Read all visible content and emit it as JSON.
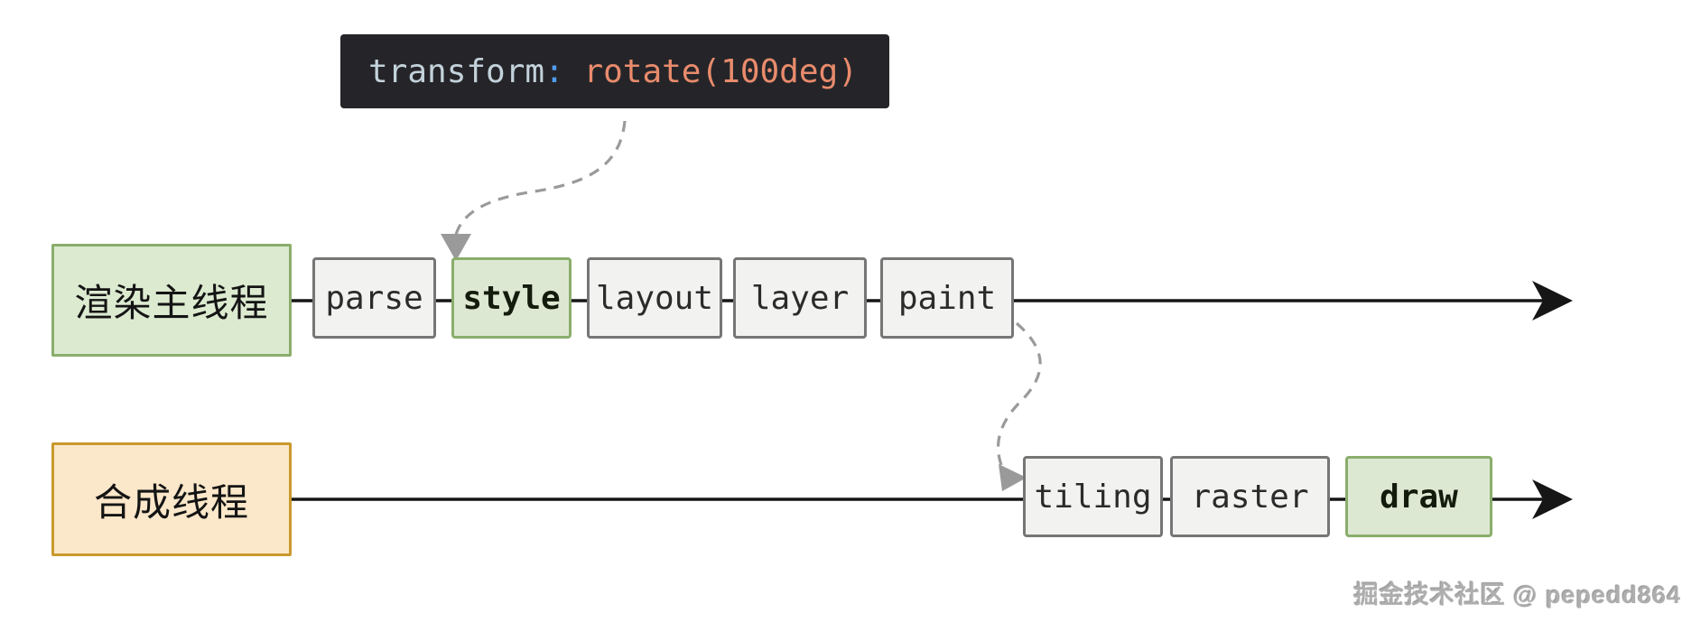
{
  "diagram": {
    "title_hint": "browser rendering pipeline",
    "code_snippet": {
      "property": "transform",
      "colon": ":",
      "value": " rotate(100deg)",
      "bg_color": "#252529",
      "property_color": "#c3d2da",
      "colon_color": "#4f9cf0",
      "value_color": "#e98b6c"
    },
    "main_thread": {
      "label": "渲染主线程",
      "fill": "#dcead0",
      "border": "#8bad6d",
      "stages": [
        {
          "label": "parse",
          "variant": "gray"
        },
        {
          "label": "style",
          "variant": "green"
        },
        {
          "label": "layout",
          "variant": "gray"
        },
        {
          "label": "layer",
          "variant": "gray"
        },
        {
          "label": "paint",
          "variant": "gray"
        }
      ]
    },
    "compositor_thread": {
      "label": "合成线程",
      "fill": "#fbe7c9",
      "border": "#c9992e",
      "stages": [
        {
          "label": "tiling",
          "variant": "gray"
        },
        {
          "label": "raster",
          "variant": "gray"
        },
        {
          "label": "draw",
          "variant": "green"
        }
      ]
    },
    "highlight_colors": {
      "stage_gray_fill": "#f2f2f1",
      "stage_gray_border": "#767676",
      "stage_green_fill": "#dde8d3",
      "stage_green_border": "#8aad6c",
      "dashed_arrow": "#9a9a9a",
      "timeline_arrow": "#161616"
    },
    "watermark": "掘金技术社区 @ pepedd864"
  }
}
